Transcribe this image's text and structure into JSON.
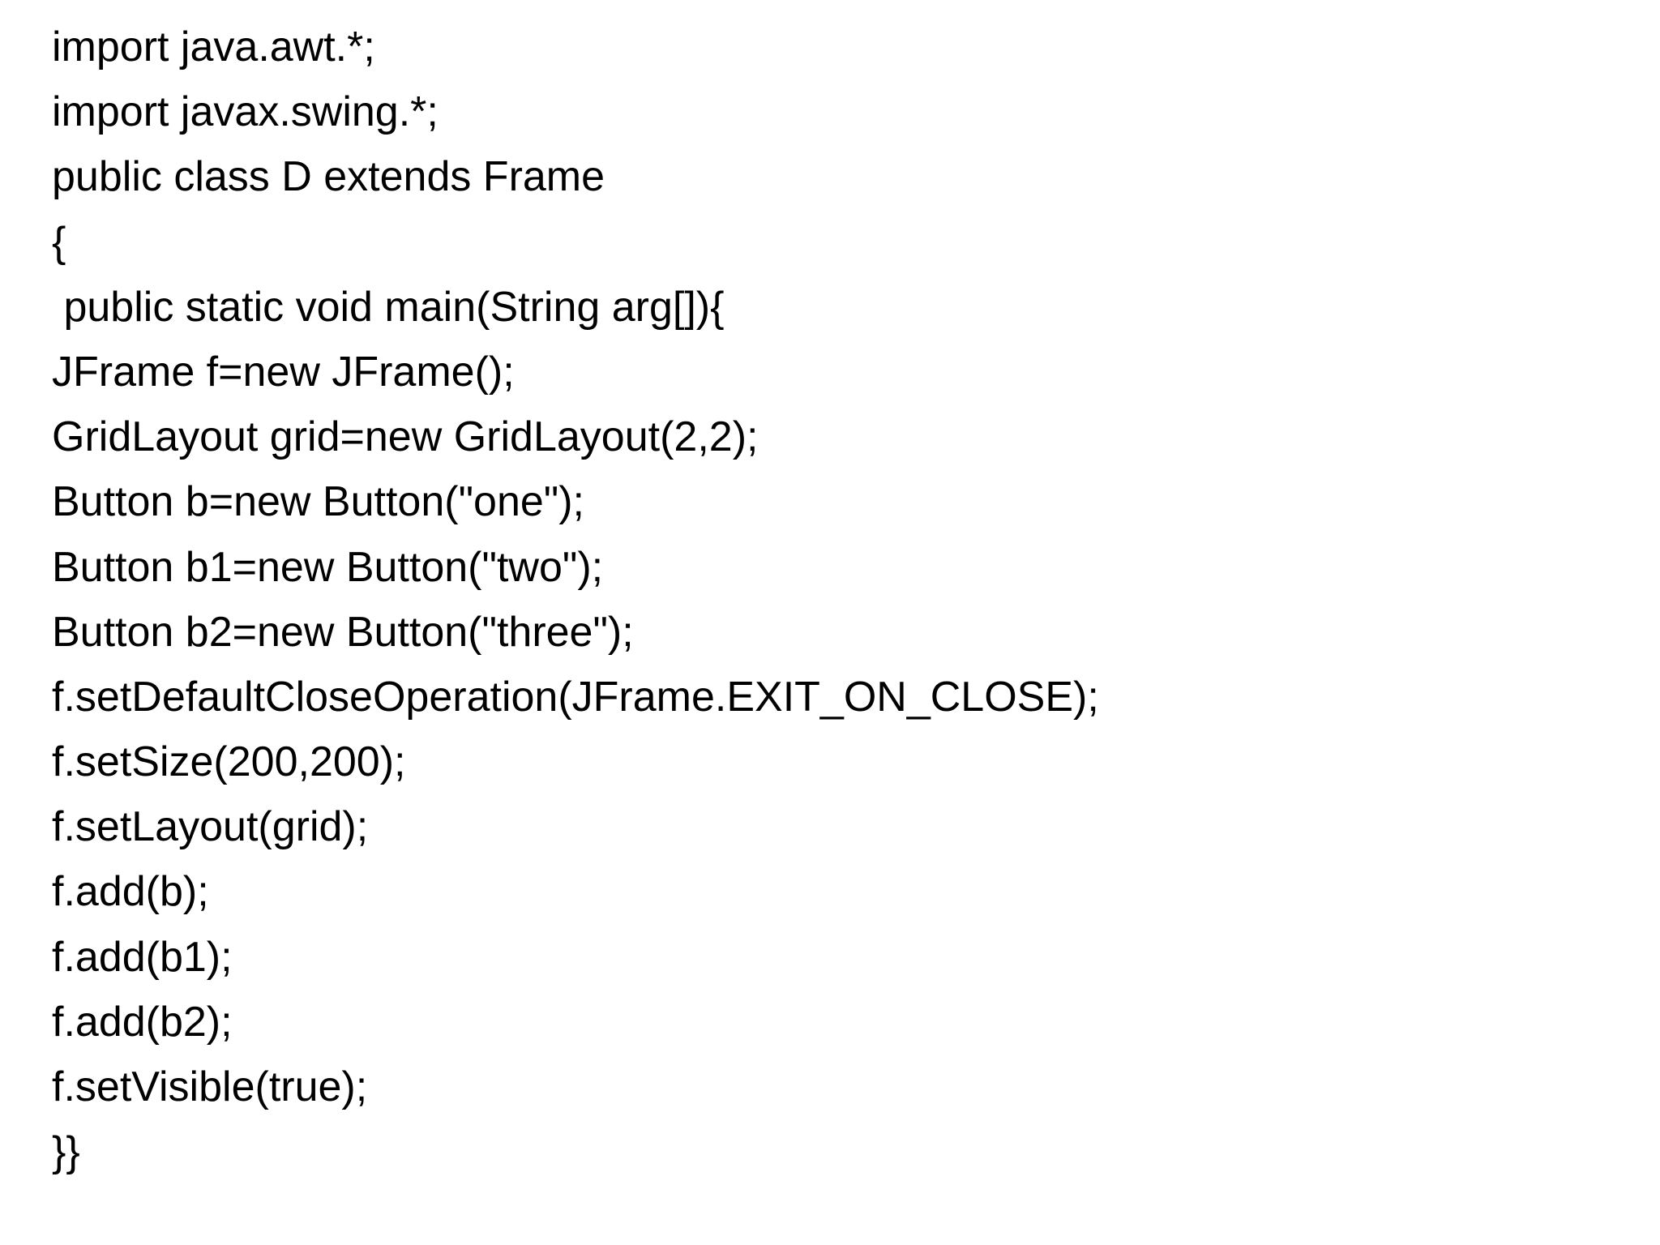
{
  "document": {
    "lines": [
      "import java.awt.*;",
      "import javax.swing.*;",
      "public class D extends Frame",
      "{",
      " public static void main(String arg[]){",
      "JFrame f=new JFrame();",
      "GridLayout grid=new GridLayout(2,2);",
      "Button b=new Button(\"one\");",
      "Button b1=new Button(\"two\");",
      "Button b2=new Button(\"three\");",
      "f.setDefaultCloseOperation(JFrame.EXIT_ON_CLOSE);",
      "f.setSize(200,200);",
      "f.setLayout(grid);",
      "f.add(b);",
      "f.add(b1);",
      "f.add(b2);",
      "f.setVisible(true);",
      "}}"
    ]
  }
}
